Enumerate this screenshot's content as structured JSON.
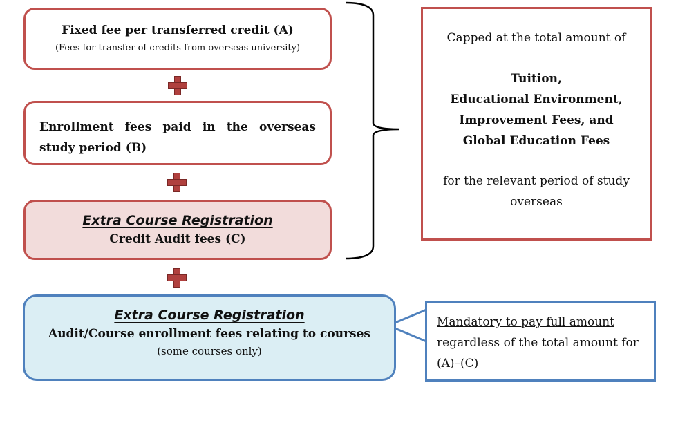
{
  "box_a": {
    "title": "Fixed fee per transferred credit (A)",
    "subtitle": "(Fees for transfer of credits from overseas  university)"
  },
  "box_b": {
    "line1": "Enrollment  fees  paid  in  the  overseas",
    "line2": "study period (B)"
  },
  "box_c": {
    "heading": "Extra Course Registration",
    "text": "Credit Audit fees (C)"
  },
  "box_d": {
    "heading": "Extra Course Registration",
    "text": "Audit/Course enrollment fees relating to courses",
    "note": "(some courses only)"
  },
  "cap_box": {
    "intro": "Capped at the total amount of",
    "items": [
      "Tuition,",
      "Educational Environment,",
      "Improvement Fees, and",
      "Global Education Fees"
    ],
    "outro": "for the relevant period of study overseas"
  },
  "callout": {
    "underlined": "Mandatory to pay full amount",
    "rest": "regardless of the total amount for (A)–(C)"
  },
  "colors": {
    "red": "#c0504d",
    "blue": "#4f81bd",
    "pink": "#f2dcdb",
    "light_blue": "#dbeef4"
  }
}
